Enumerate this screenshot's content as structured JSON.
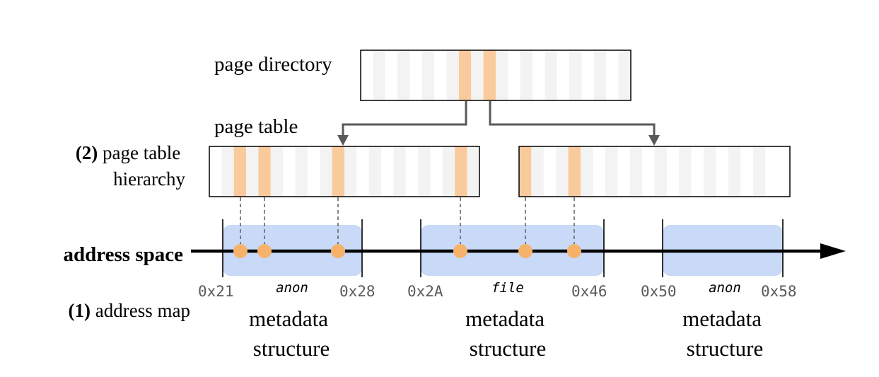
{
  "labels": {
    "page_directory": "page directory",
    "page_table": "page table",
    "hierarchy_num": "(2)",
    "hierarchy_line1": " page table",
    "hierarchy_line2": "hierarchy",
    "address_space": "address space",
    "address_map_num": "(1)",
    "address_map": " address map"
  },
  "regions": [
    {
      "type": "anon",
      "start": "0x21",
      "end": "0x28",
      "caption_line1": "metadata",
      "caption_line2": "structure"
    },
    {
      "type": "file",
      "start": "0x2A",
      "end": "0x46",
      "caption_line1": "metadata",
      "caption_line2": "structure"
    },
    {
      "type": "anon",
      "start": "0x50",
      "end": "0x58",
      "caption_line1": "metadata",
      "caption_line2": "structure"
    }
  ],
  "colors": {
    "region_fill": "#c9daf8",
    "entry_highlight": "#f9cb9c",
    "mapped_dot": "#f6b26b",
    "stripe": "#f3f3f3",
    "arrow": "#595959",
    "axis": "#000000",
    "hex_label": "#595959"
  }
}
